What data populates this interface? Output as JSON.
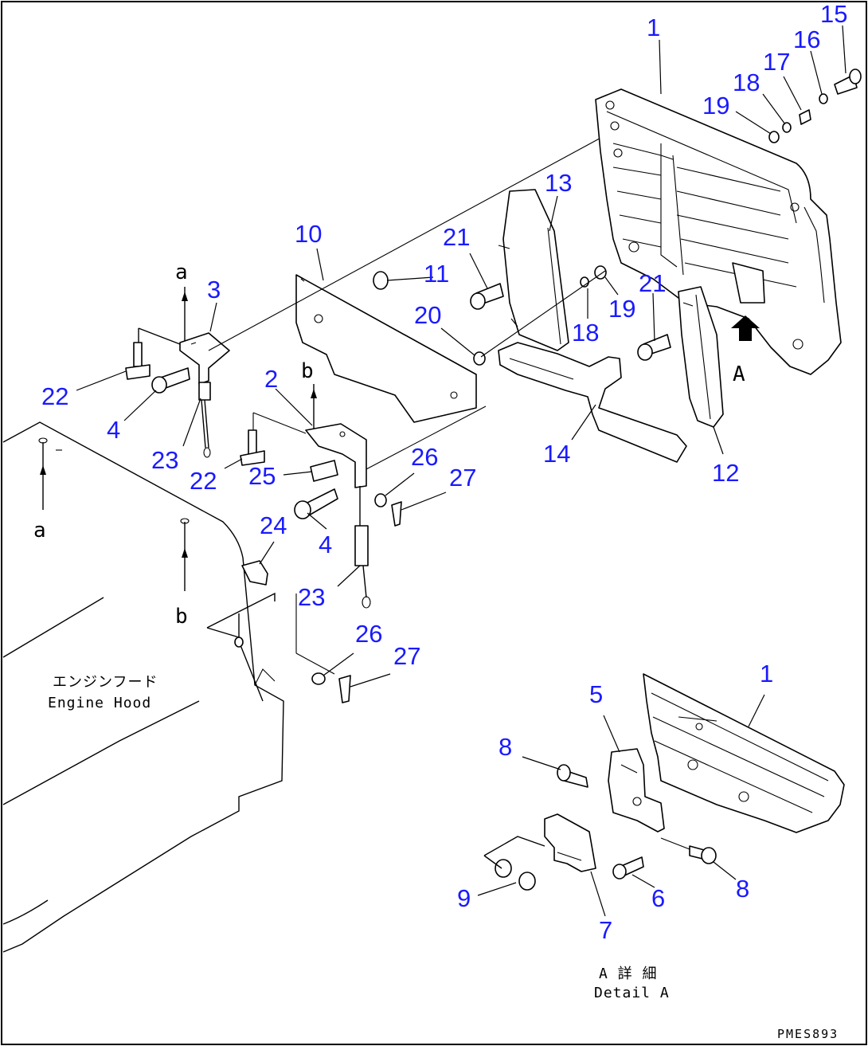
{
  "drawing_code": "PMES893",
  "captions": {
    "engine_hood_jp": "エンジンフード",
    "engine_hood_en": "Engine Hood",
    "detail_jp": "A 詳 細",
    "detail_en": "Detail A",
    "view_arrow": "A"
  },
  "view_letters": [
    "a",
    "a",
    "b",
    "b"
  ],
  "callouts": [
    {
      "id": "p1",
      "label": "1"
    },
    {
      "id": "p15",
      "label": "15"
    },
    {
      "id": "p16",
      "label": "16"
    },
    {
      "id": "p17",
      "label": "17"
    },
    {
      "id": "p18a",
      "label": "18"
    },
    {
      "id": "p19a",
      "label": "19"
    },
    {
      "id": "p13",
      "label": "13"
    },
    {
      "id": "p10",
      "label": "10"
    },
    {
      "id": "p21a",
      "label": "21"
    },
    {
      "id": "p11",
      "label": "11"
    },
    {
      "id": "p3",
      "label": "3"
    },
    {
      "id": "p20",
      "label": "20"
    },
    {
      "id": "p21b",
      "label": "21"
    },
    {
      "id": "p19b",
      "label": "19"
    },
    {
      "id": "p18b",
      "label": "18"
    },
    {
      "id": "p22a",
      "label": "22"
    },
    {
      "id": "p4a",
      "label": "4"
    },
    {
      "id": "p2",
      "label": "2"
    },
    {
      "id": "p14",
      "label": "14"
    },
    {
      "id": "p12",
      "label": "12"
    },
    {
      "id": "p23a",
      "label": "23"
    },
    {
      "id": "p22b",
      "label": "22"
    },
    {
      "id": "p25",
      "label": "25"
    },
    {
      "id": "p26a",
      "label": "26"
    },
    {
      "id": "p27a",
      "label": "27"
    },
    {
      "id": "p24",
      "label": "24"
    },
    {
      "id": "p4b",
      "label": "4"
    },
    {
      "id": "p23b",
      "label": "23"
    },
    {
      "id": "p26b",
      "label": "26"
    },
    {
      "id": "p27b",
      "label": "27"
    },
    {
      "id": "p1b",
      "label": "1"
    },
    {
      "id": "p5",
      "label": "5"
    },
    {
      "id": "p8a",
      "label": "8"
    },
    {
      "id": "p9",
      "label": "9"
    },
    {
      "id": "p6",
      "label": "6"
    },
    {
      "id": "p7",
      "label": "7"
    },
    {
      "id": "p8b",
      "label": "8"
    }
  ]
}
